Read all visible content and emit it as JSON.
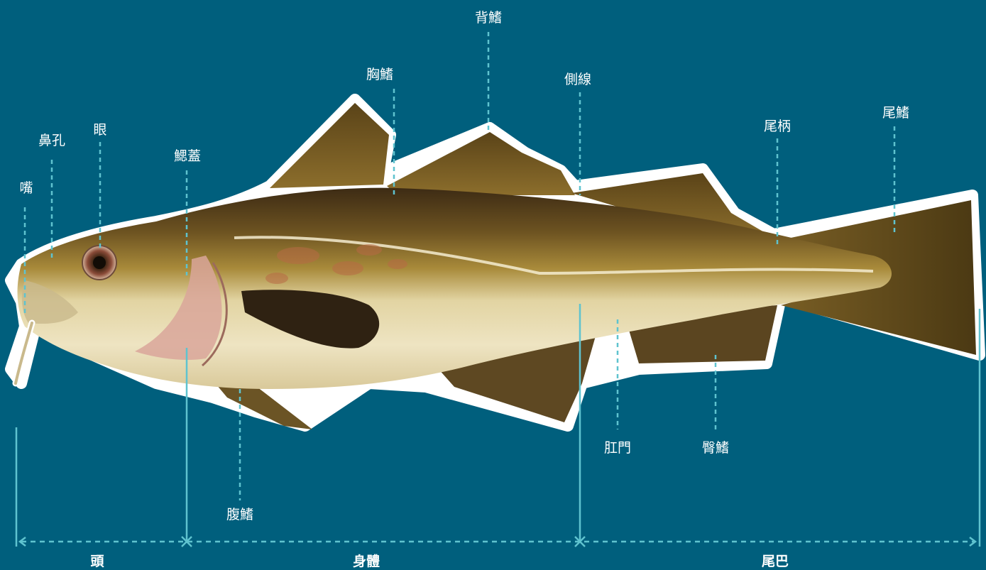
{
  "colors": {
    "background": "#005f7d",
    "leader_line": "#5fc3cf",
    "label_text": "#ffffff",
    "fish_outline": "#ffffff"
  },
  "illustration": "atlantic-cod",
  "labels": {
    "mouth": "嘴",
    "nostril": "鼻孔",
    "eye": "眼",
    "gill_cover": "鰓蓋",
    "pectoral_fin": "胸鰭",
    "dorsal_fin": "背鰭",
    "lateral_line": "側線",
    "caudal_peduncle": "尾柄",
    "caudal_fin": "尾鰭",
    "pelvic_fin": "腹鰭",
    "anus": "肛門",
    "anal_fin": "臀鰭"
  },
  "segments": {
    "head": "頭",
    "body": "身體",
    "tail": "尾巴"
  }
}
